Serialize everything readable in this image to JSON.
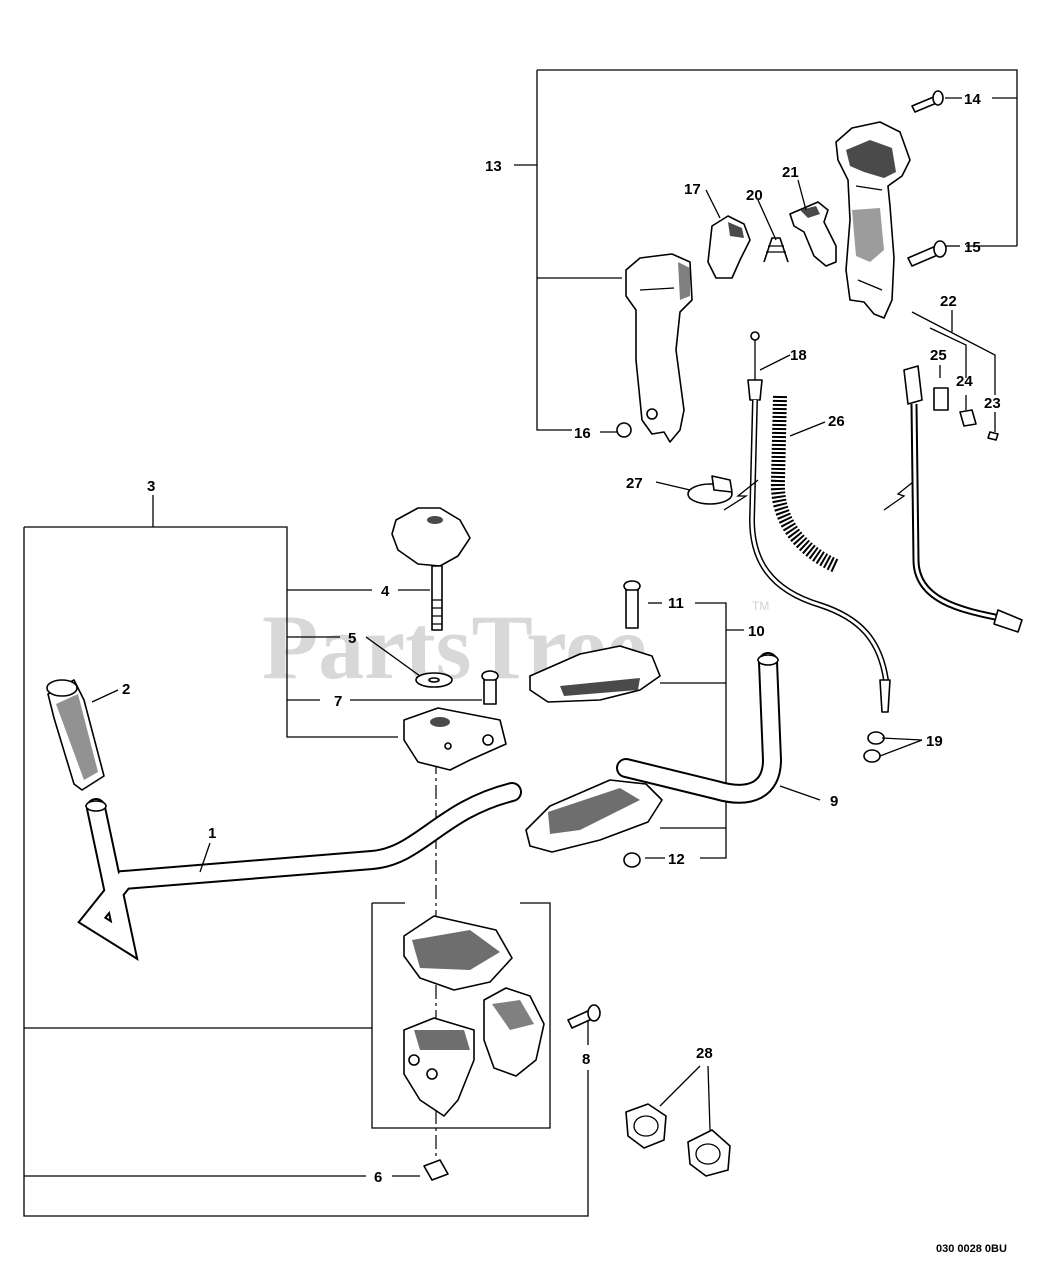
{
  "watermark": {
    "brand": "PartsTree",
    "trademark": "TM"
  },
  "reference_code": "030 0028 0BU",
  "callouts": [
    {
      "id": "c1",
      "label": "1"
    },
    {
      "id": "c2",
      "label": "2"
    },
    {
      "id": "c3",
      "label": "3"
    },
    {
      "id": "c4",
      "label": "4"
    },
    {
      "id": "c5",
      "label": "5"
    },
    {
      "id": "c6",
      "label": "6"
    },
    {
      "id": "c7",
      "label": "7"
    },
    {
      "id": "c8",
      "label": "8"
    },
    {
      "id": "c9",
      "label": "9"
    },
    {
      "id": "c10",
      "label": "10"
    },
    {
      "id": "c11",
      "label": "11"
    },
    {
      "id": "c12",
      "label": "12"
    },
    {
      "id": "c13",
      "label": "13"
    },
    {
      "id": "c14",
      "label": "14"
    },
    {
      "id": "c15",
      "label": "15"
    },
    {
      "id": "c16",
      "label": "16"
    },
    {
      "id": "c17",
      "label": "17"
    },
    {
      "id": "c18",
      "label": "18"
    },
    {
      "id": "c19",
      "label": "19"
    },
    {
      "id": "c20",
      "label": "20"
    },
    {
      "id": "c21",
      "label": "21"
    },
    {
      "id": "c22",
      "label": "22"
    },
    {
      "id": "c23",
      "label": "23"
    },
    {
      "id": "c24",
      "label": "24"
    },
    {
      "id": "c25",
      "label": "25"
    },
    {
      "id": "c26",
      "label": "26"
    },
    {
      "id": "c27",
      "label": "27"
    },
    {
      "id": "c28",
      "label": "28"
    }
  ]
}
